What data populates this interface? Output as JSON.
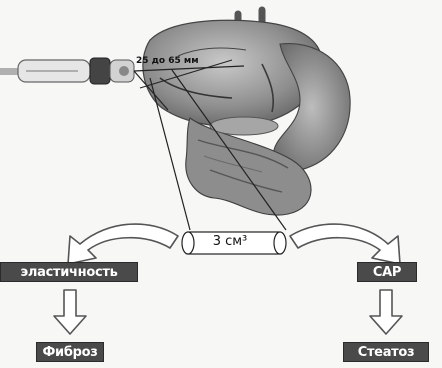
{
  "illustration": {
    "organ": "liver",
    "probe": "ultrasound-probe",
    "depth_label": "25 до 65 мм",
    "volume_label": "3 см³"
  },
  "left_branch": {
    "measure_label": "эластичность",
    "outcome_label": "Фиброз"
  },
  "right_branch": {
    "measure_label": "CAP",
    "outcome_label": "Стеатоз"
  },
  "colors": {
    "box_fill": "#4a4a4a",
    "box_text": "#ffffff",
    "arrow_fill": "#ffffff",
    "arrow_stroke": "#555555",
    "liver_dark": "#7a7a7a",
    "liver_light": "#b5b5b5"
  }
}
